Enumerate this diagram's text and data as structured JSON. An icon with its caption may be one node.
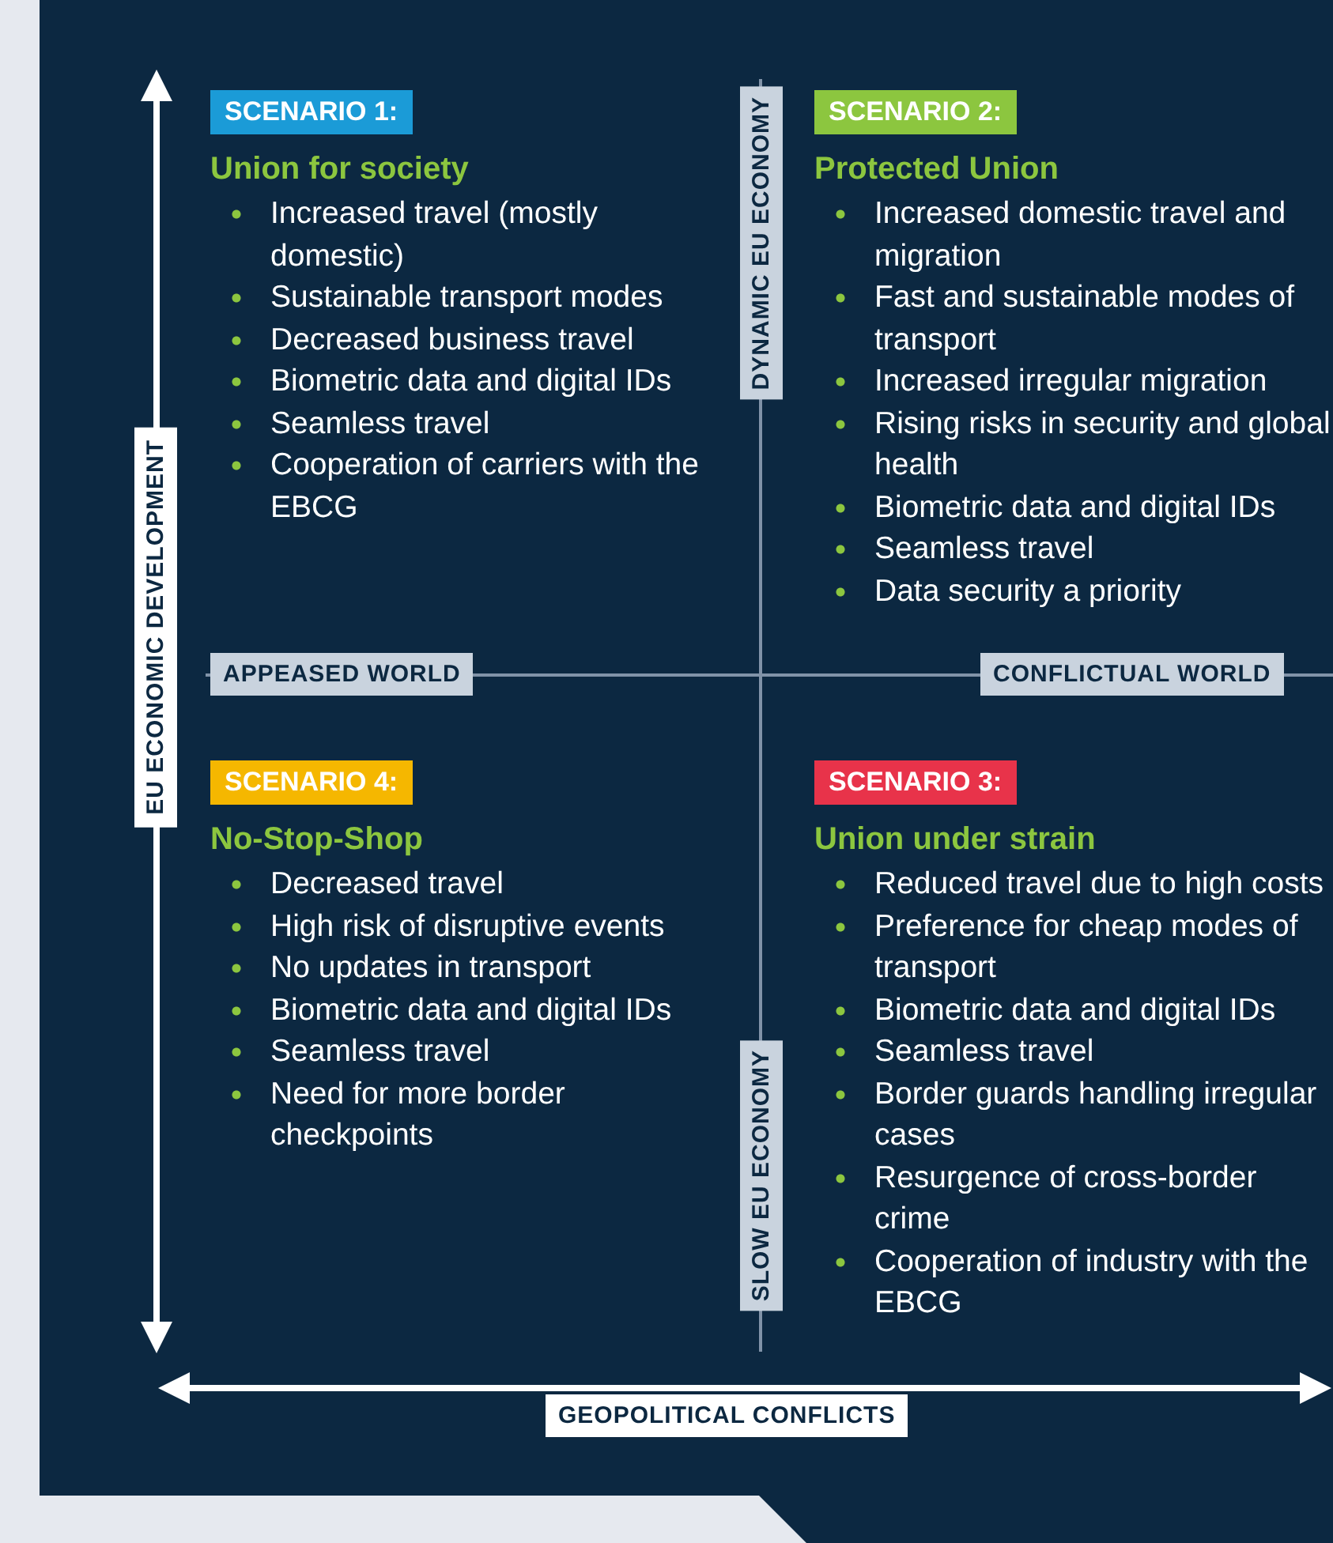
{
  "diagram": {
    "nodes": [
      {
        "text": [
          "SCENARIO 1:",
          "Union for society",
          "Increased travel (mostly domestic)",
          "Sustainable transport modes",
          "Decreased business travel",
          "Biometric data and digital IDs",
          "Seamless travel",
          "Cooperation of carriers with the EBCG"
        ]
      },
      {
        "text": [
          "SCENARIO 2:",
          "Protected Union",
          "Increased domestic travel and migration",
          "Fast and sustainable modes of transport",
          "Increased irregular migration",
          "Rising risks in security and global health",
          "Biometric data and digital IDs",
          "Seamless travel",
          "Data security a priority"
        ]
      },
      {
        "text": [
          "SCENARIO 4:",
          "No-Stop-Shop",
          "Decreased travel",
          "High risk of disruptive events",
          "No updates in transport",
          "Biometric data and digital IDs",
          "Seamless travel",
          "Need for more border checkpoints"
        ]
      },
      {
        "text": [
          "SCENARIO 3:",
          "Union under strain",
          "Reduced travel due to high costs",
          "Preference for cheap modes of transport",
          "Biometric data and digital IDs",
          "Seamless travel",
          "Border guards handling irregular cases",
          "Resurgence of cross-border crime",
          "Cooperation of industry with the EBCG"
        ]
      }
    ],
    "labels": [
      "DYNAMIC EU ECONOMY",
      "EU ECONOMIC DEVELOPMENT",
      "APPEASED WORLD",
      "CONFLICTUAL WORLD",
      "SLOW EU ECONOMY",
      "GEOPOLITICAL CONFLICTS"
    ]
  }
}
